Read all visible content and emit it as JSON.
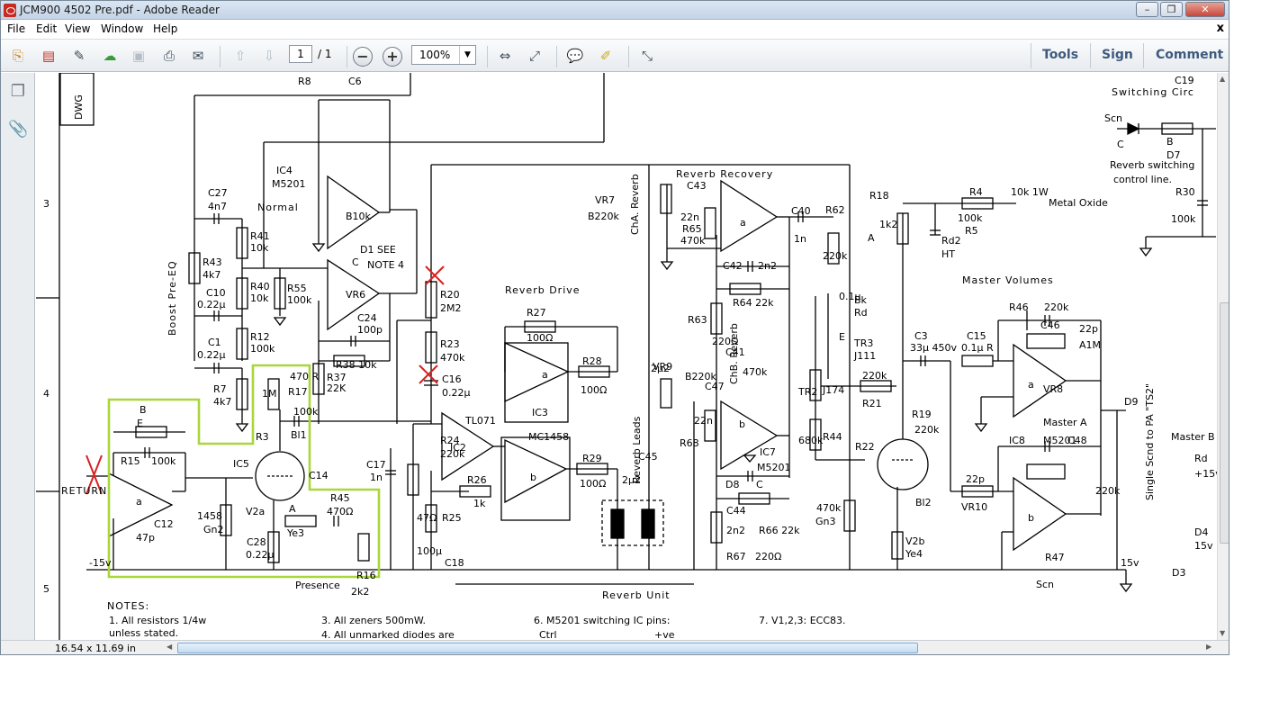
{
  "window": {
    "title": "JCM900 4502 Pre.pdf - Adobe Reader",
    "controls": {
      "minimize": "–",
      "restore": "❐",
      "close": "✕"
    }
  },
  "menu": {
    "items": [
      "File",
      "Edit",
      "View",
      "Window",
      "Help"
    ],
    "close": "x"
  },
  "toolbar": {
    "page_current": "1",
    "page_total": "/ 1",
    "zoom": "100%",
    "tools_label": "Tools",
    "sign_label": "Sign",
    "comment_label": "Comment"
  },
  "status": {
    "dimensions": "16.54 x 11.69 in"
  },
  "schematic": {
    "ruler_numbers": [
      "3",
      "4",
      "5"
    ],
    "drawing_no": "DWG",
    "sections": {
      "switching": "Switching Circ",
      "reverb_recovery": "Reverb Recovery",
      "reverb_drive": "Reverb Drive",
      "master_volumes": "Master Volumes",
      "normal": "Normal",
      "boost": "Boost Pre-EQ",
      "reverb_unit": "Reverb Unit",
      "switching_note": "Reverb switching",
      "control_line": "control line.",
      "send_to_pa": "Single Scnd to PA \"TS2\"",
      "presence": "Presence",
      "return": "RETURN"
    },
    "notes": {
      "heading": "NOTES:",
      "n1": "1. All resistors 1/4w",
      "n1b": "unless stated.",
      "n3": "3. All zeners 500mW.",
      "n4": "4. All unmarked diodes are",
      "n6": "6. M5201 switching IC pins:",
      "n6b": "Ctrl",
      "n6c": "+ve",
      "n7": "7. V1,2,3: ECC83."
    },
    "labels": [
      "R8",
      "C6",
      "IC4",
      "M5201",
      "C27",
      "4n7",
      "R41",
      "10k",
      "R43",
      "4k7",
      "R40",
      "10k",
      "R55",
      "100k",
      "C10",
      "0.22µ",
      "R12",
      "100k",
      "C1",
      "0.22µ",
      "R7",
      "4k7",
      "R37",
      "22K",
      "C24",
      "100p",
      "R38 10k",
      "D1 SEE",
      "NOTE 4",
      "C",
      "R20",
      "2M2",
      "R23",
      "470k",
      "C16",
      "0.22µ",
      "R27",
      "100Ω",
      "IC3",
      "R28",
      "100Ω",
      "R24",
      "220k",
      "IC2",
      "TL071",
      "MC1458",
      "R26",
      "1k",
      "R29",
      "100Ω",
      "R25",
      "47Ω",
      "100µ",
      "C18",
      "C17",
      "1n",
      "VR7",
      "B220k",
      "ChA. Reverb",
      "C43",
      "22n",
      "R65",
      "470k",
      "C40",
      "1n",
      "R62",
      "220k",
      "C42",
      "2n2",
      "R64 22k",
      "R63",
      "220Ω",
      "C41",
      "2µ2",
      "VR9",
      "B220k",
      "C47",
      "22n",
      "R68",
      "470k",
      "ChB. Reverb",
      "IC7",
      "M5201",
      "D8",
      "C",
      "C44",
      "2n2",
      "R66 22k",
      "R67",
      "220Ω",
      "C45",
      "2µ2",
      "Reverb Leads",
      "Bk",
      "Rd",
      "TR3",
      "J111",
      "TR2",
      "J174",
      "680k",
      "R44",
      "220k",
      "R21",
      "R22",
      "470k",
      "Gn3",
      "R19",
      "220k",
      "Bl2",
      "V2b",
      "Ye4",
      "R18",
      "1k2",
      "A",
      "R4",
      "100k",
      "R5",
      "10k 1W",
      "Metal Oxide",
      "Rd2",
      "HT",
      "C3",
      "33µ 450v",
      "C15",
      "0.1µ R",
      "R46",
      "220k",
      "C46",
      "22p",
      "A1M",
      "VR8",
      "Master A",
      "IC8",
      "M5201",
      "C48",
      "22p",
      "VR10",
      "R47",
      "220k",
      "D9",
      "Master B",
      "Rd",
      "+15v",
      "D4",
      "15v",
      "D3",
      "15v",
      "-15v",
      "Scn",
      "Scn",
      "C",
      "B",
      "D7",
      "R30",
      "100k",
      "C19",
      "0.1µ",
      "E",
      "B",
      "E",
      "R15",
      "100k",
      "C12",
      "47p",
      "IC5",
      "1458",
      "Gn2",
      "R17",
      "1M",
      "R3",
      "100k",
      "Bl1",
      "C14",
      "470 R",
      "V2a",
      "A",
      "Ye3",
      "R45",
      "470Ω",
      "C28",
      "0.22µ",
      "R16",
      "2k2",
      "VR6",
      "B10k",
      "a",
      "b",
      "a",
      "b",
      "a",
      "b",
      "a",
      "b",
      "a"
    ]
  }
}
